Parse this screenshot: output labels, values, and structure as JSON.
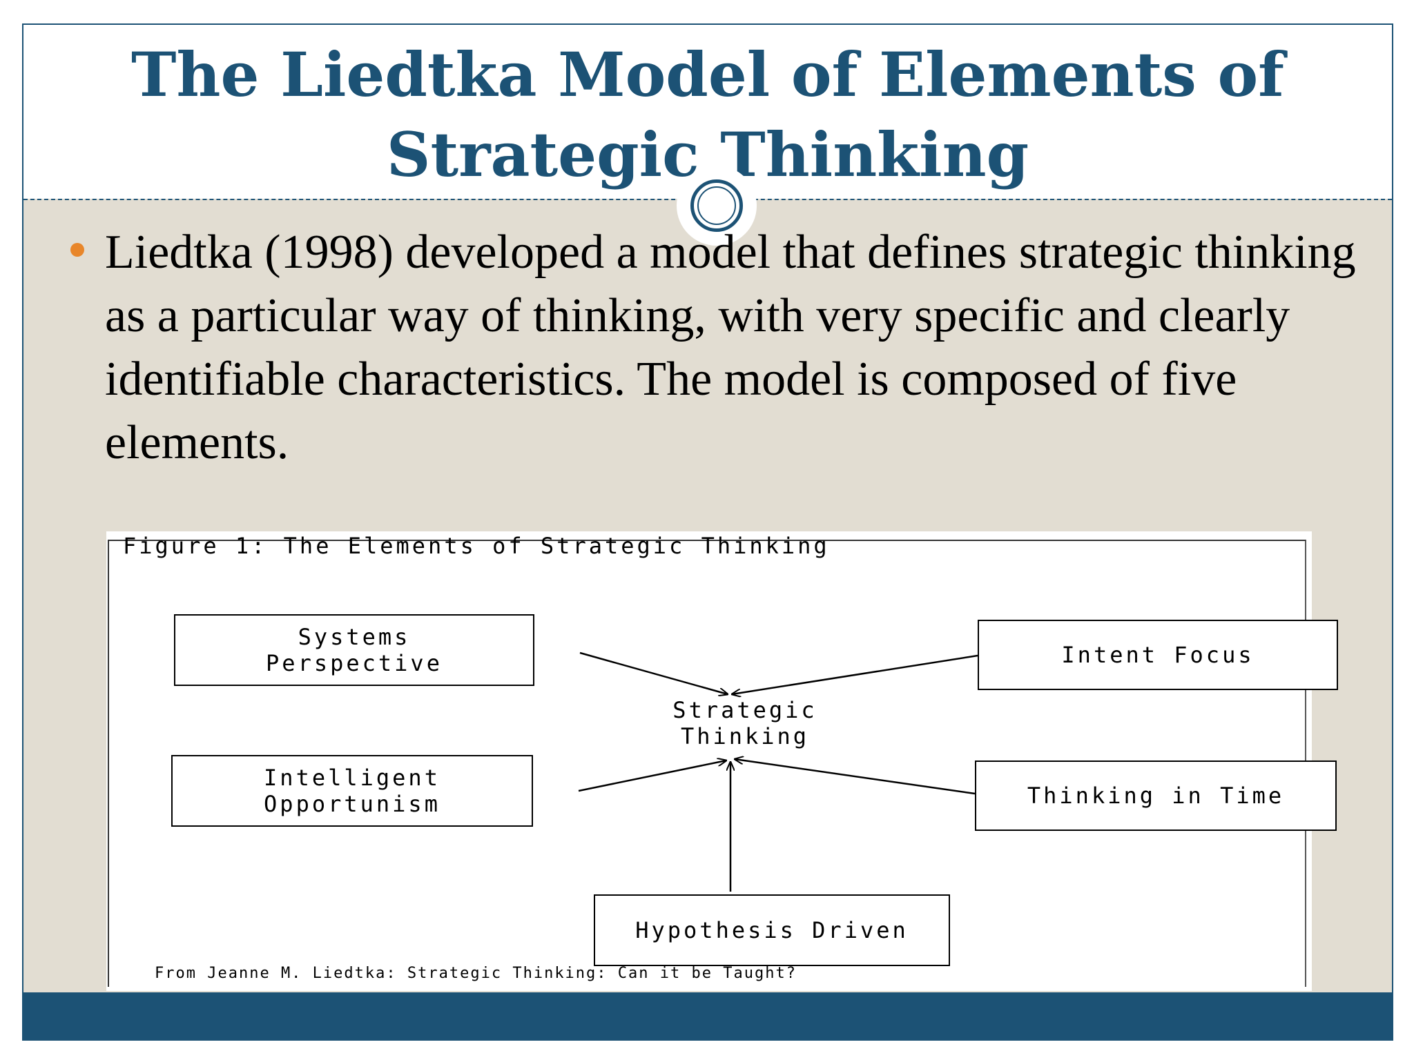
{
  "slide": {
    "title": "The Liedtka Model of Elements of Strategic Thinking",
    "bullet": "Liedtka (1998) developed a model that defines strategic thinking as a particular way of thinking, with very specific and clearly identifiable characteristics. The model is composed  of five elements."
  },
  "figure": {
    "title": "Figure 1: The Elements of Strategic Thinking",
    "center": "Strategic\nThinking",
    "elements": {
      "systems_perspective": "Systems\nPerspective",
      "intent_focus": "Intent Focus",
      "intelligent_opportunism": "Intelligent\nOpportunism",
      "thinking_in_time": "Thinking in Time",
      "hypothesis_driven": "Hypothesis Driven"
    },
    "citation": "From Jeanne M. Liedtka: Strategic Thinking: Can it be Taught?"
  },
  "colors": {
    "primary": "#1c5275",
    "background": "#e2ddd2",
    "bullet": "#e8862a"
  }
}
